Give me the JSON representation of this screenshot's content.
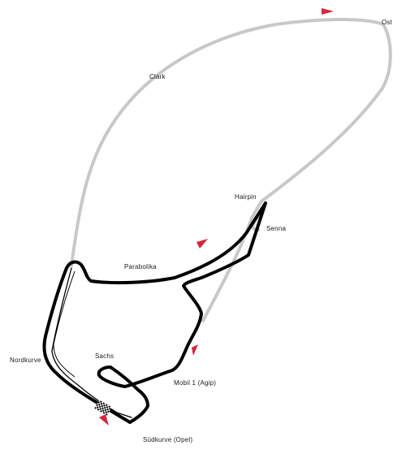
{
  "map": {
    "labels": {
      "ost": "Ost",
      "clark": "Clark",
      "hairpin": "Hairpin",
      "senna": "Senna",
      "parabolika": "Parabolika",
      "nordkurve": "Nordkurve",
      "sachs": "Sachs",
      "mobil1": "Mobil 1 (Agip)",
      "suedkurve": "Südkurve (Opel)"
    },
    "colors": {
      "old_track": "#c8c8c8",
      "current_track": "#000000",
      "direction_arrow": "#d7263d",
      "label_text": "#1a1a1a",
      "background": "#ffffff"
    },
    "icons": {
      "direction_marker": "triangle-arrow-icon",
      "start_finish": "checkered-flag-icon"
    }
  }
}
